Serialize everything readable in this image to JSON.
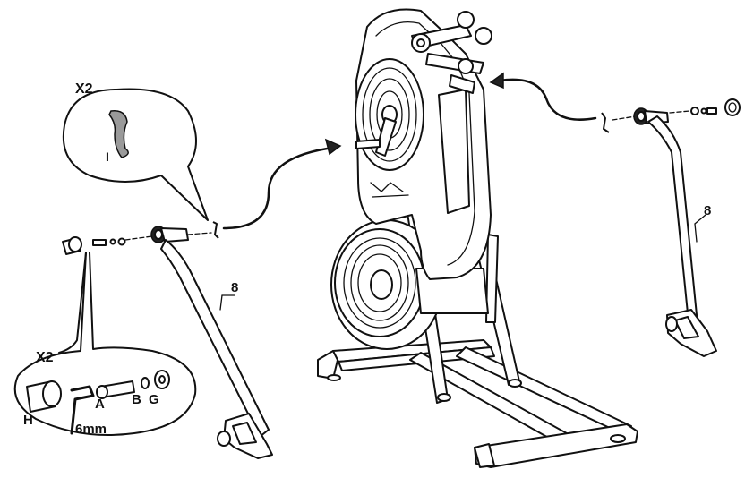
{
  "callouts": {
    "top": {
      "qty": "X2",
      "part": "I"
    },
    "bottom": {
      "qty": "X2",
      "parts": {
        "a": "A",
        "b": "B",
        "g": "G",
        "h": "H"
      },
      "tool": "6mm"
    }
  },
  "arm_labels": {
    "left": "8",
    "right": "8"
  }
}
